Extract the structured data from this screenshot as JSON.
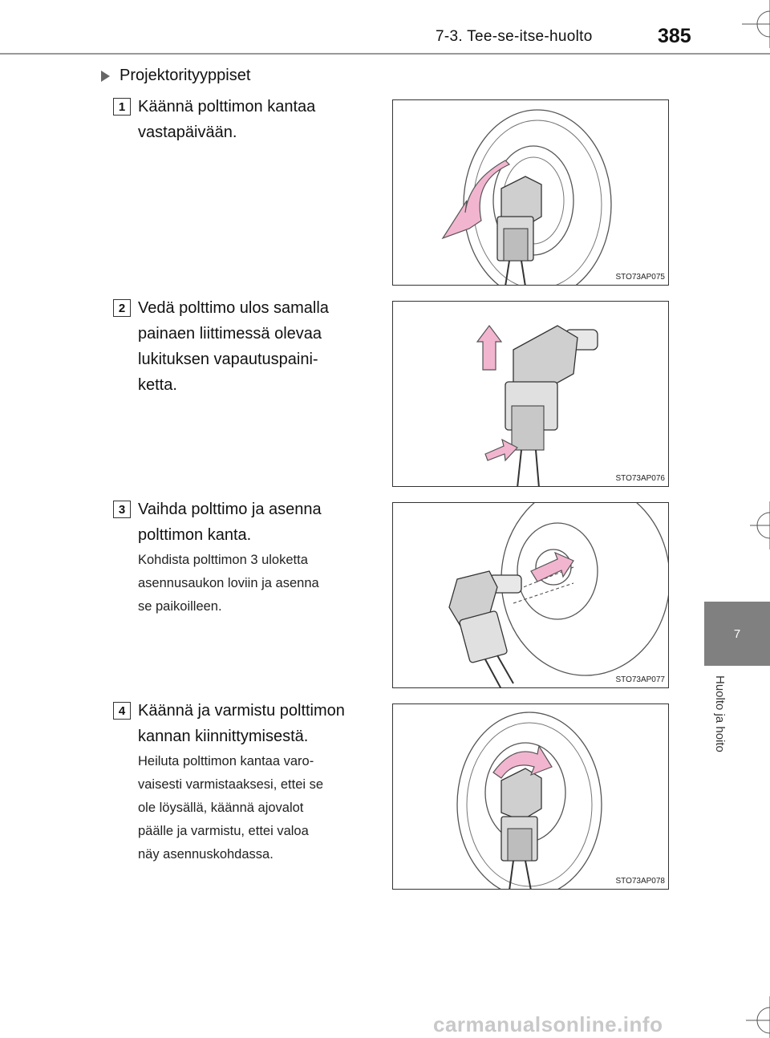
{
  "header": {
    "section": "7-3. Tee-se-itse-huolto",
    "page_number": "385"
  },
  "side_tab": {
    "number": "7",
    "label": "Huolto ja hoito"
  },
  "heading": "Projektorityyppiset",
  "steps": [
    {
      "number": "1",
      "lines": [
        "Käännä polttimon kantaa",
        "vastapäivään."
      ],
      "note": [],
      "figure_code": "STO73AP075"
    },
    {
      "number": "2",
      "lines": [
        "Vedä polttimo ulos samalla",
        "painaen liittimessä olevaa",
        "lukituksen vapautuspaini-",
        "ketta."
      ],
      "note": [],
      "figure_code": "STO73AP076"
    },
    {
      "number": "3",
      "lines": [
        "Vaihda polttimo ja asenna",
        "polttimon kanta."
      ],
      "note": [
        "Kohdista polttimon 3 uloketta",
        "asennusaukon loviin ja asenna",
        "se paikoilleen."
      ],
      "figure_code": "STO73AP077"
    },
    {
      "number": "4",
      "lines": [
        "Käännä ja varmistu polttimon",
        "kannan kiinnittymisestä."
      ],
      "note": [
        "Heiluta polttimon kantaa varo-",
        "vaisesti varmistaaksesi, ettei se",
        "ole löysällä, käännä ajovalot",
        "päälle ja varmistu, ettei valoa",
        "näy asennuskohdassa."
      ],
      "figure_code": "STO73AP078"
    }
  ],
  "watermark": "carmanualsonline.info",
  "colors": {
    "arrow": "#f2b5cf",
    "tab": "#808080",
    "rule": "#999999"
  }
}
